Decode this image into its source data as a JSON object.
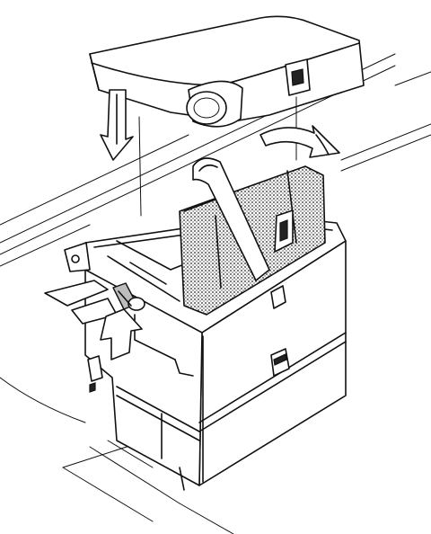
{
  "figure": {
    "colors": {
      "line": "#111111",
      "paper": "#ffffff",
      "stipple": "#bdbdbd"
    },
    "parts": [
      "lid",
      "lid-down-arrow",
      "rotate-arrow",
      "housing",
      "front-latch",
      "lower-left-latch",
      "filter-cartridge",
      "carry-handle",
      "connector-plug",
      "insert-arrow"
    ]
  }
}
